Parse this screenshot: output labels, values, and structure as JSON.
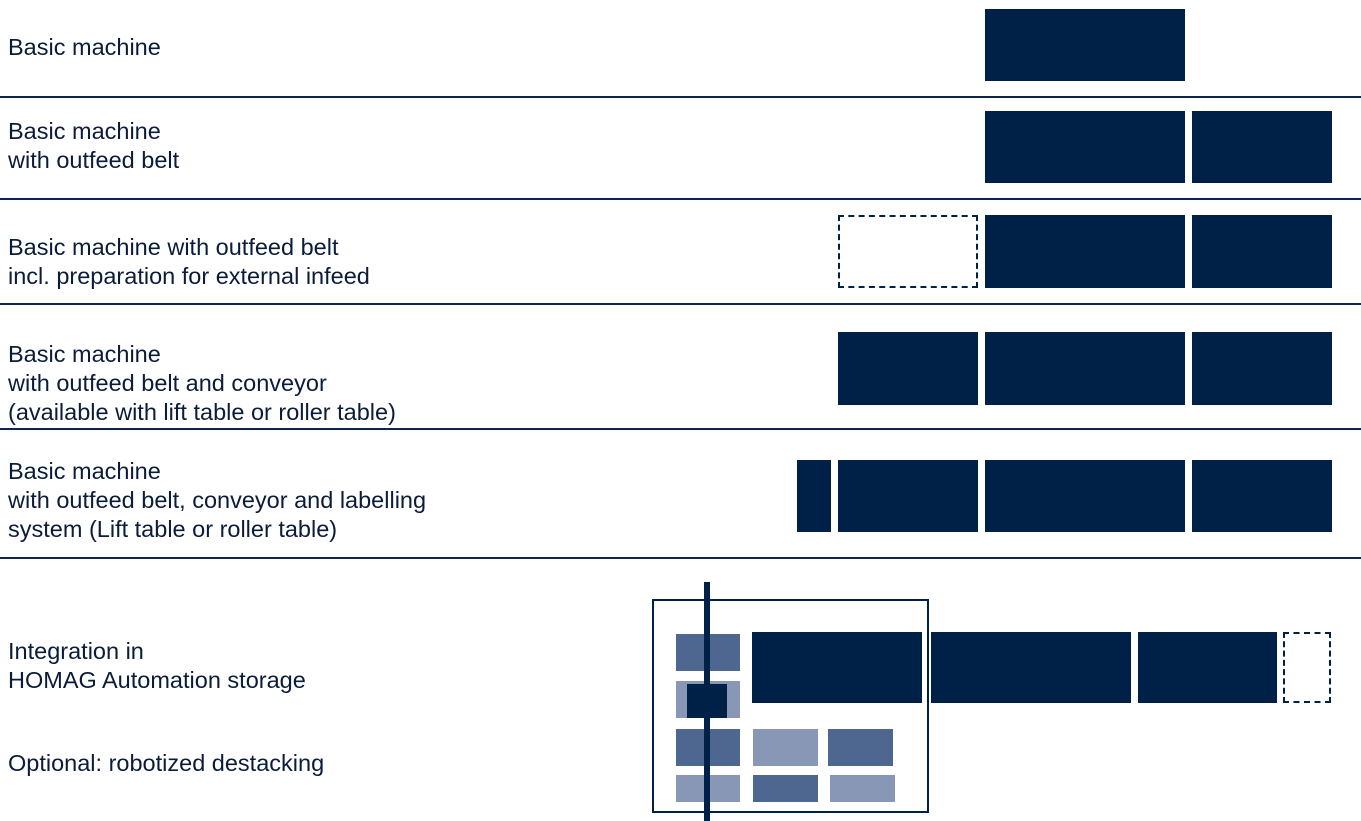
{
  "colors": {
    "block": "#002147",
    "divider": "#0d2550",
    "storage_cell_mid": "#4e6790",
    "storage_cell_light": "#8797b5",
    "text": "#0a1c3a"
  },
  "rows": [
    {
      "label": "Basic machine"
    },
    {
      "label": "Basic machine\nwith outfeed belt"
    },
    {
      "label": "Basic machine with outfeed belt\nincl. preparation for external infeed"
    },
    {
      "label": "Basic machine\nwith outfeed belt and conveyor\n(available with lift table or roller table)"
    },
    {
      "label": "Basic machine\nwith outfeed belt, conveyor and labelling\nsystem (Lift table or roller table)"
    }
  ],
  "integration": {
    "label": "Integration in\nHOMAG Automation storage",
    "optional": "Optional: robotized destacking"
  }
}
